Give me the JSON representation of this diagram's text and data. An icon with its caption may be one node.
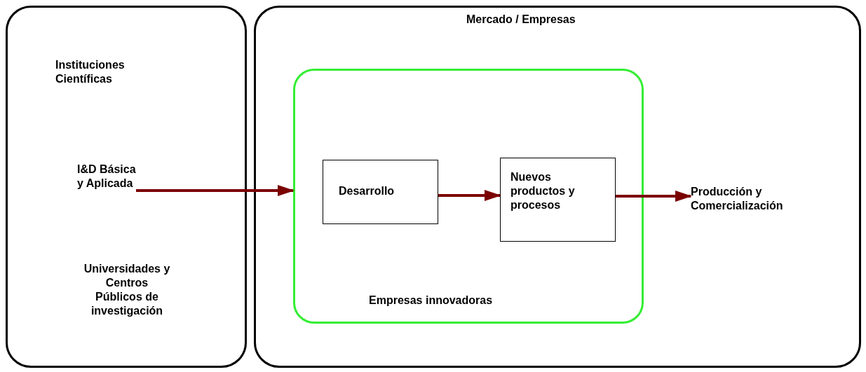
{
  "diagram": {
    "nodes": [
      {
        "text": [
          "Instituciones Científicas",
          "Universidades y Centros Públicos de investigación"
        ]
      },
      {
        "text": [
          "I&D Básica y Aplicada"
        ],
        "in": 0
      },
      {
        "text": [
          "Mercado / Empresas"
        ]
      },
      {
        "text": [
          "Empresas innovadoras"
        ],
        "in": 2
      },
      {
        "text": [
          "Desarrollo"
        ],
        "in": 3
      },
      {
        "text": [
          "Nuevos productos y procesos"
        ],
        "in": 3
      },
      {
        "text": [
          "Producción y Comercialización"
        ],
        "in": 2
      }
    ],
    "edges": [
      {
        "from": 1,
        "to": 3,
        "arrow": "to"
      },
      {
        "from": 4,
        "to": 5,
        "arrow": "to"
      },
      {
        "from": 5,
        "to": 6,
        "arrow": "to"
      }
    ]
  }
}
